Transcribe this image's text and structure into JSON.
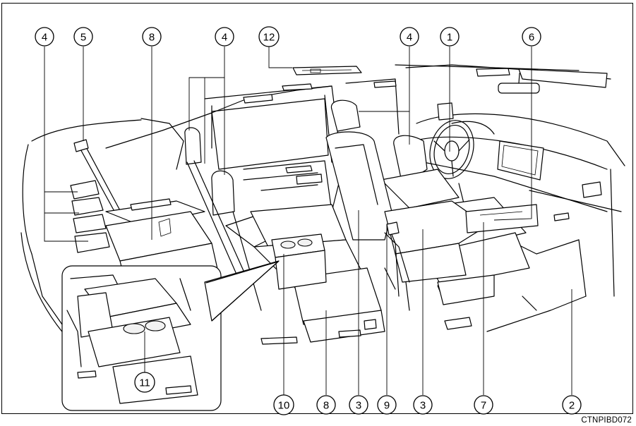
{
  "callouts": {
    "c4a": "4",
    "c5": "5",
    "c8a": "8",
    "c4b": "4",
    "c12": "12",
    "c4c": "4",
    "c1": "1",
    "c6": "6",
    "c11": "11",
    "c10": "10",
    "c8b": "8",
    "c3a": "3",
    "c9": "9",
    "c3b": "3",
    "c7": "7",
    "c2": "2"
  },
  "figure_code": "CTNPIBD072"
}
